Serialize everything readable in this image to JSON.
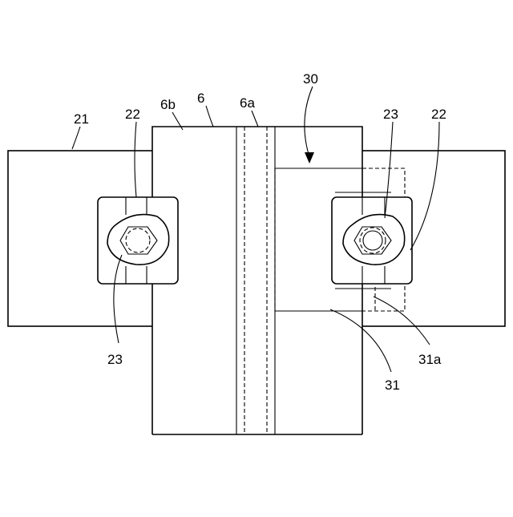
{
  "labels": {
    "l21": "21",
    "l22_left": "22",
    "l6b": "6b",
    "l6": "6",
    "l6a": "6a",
    "l30": "30",
    "l23_right": "23",
    "l22_right": "22",
    "l23_left": "23",
    "l31": "31",
    "l31a": "31a"
  }
}
